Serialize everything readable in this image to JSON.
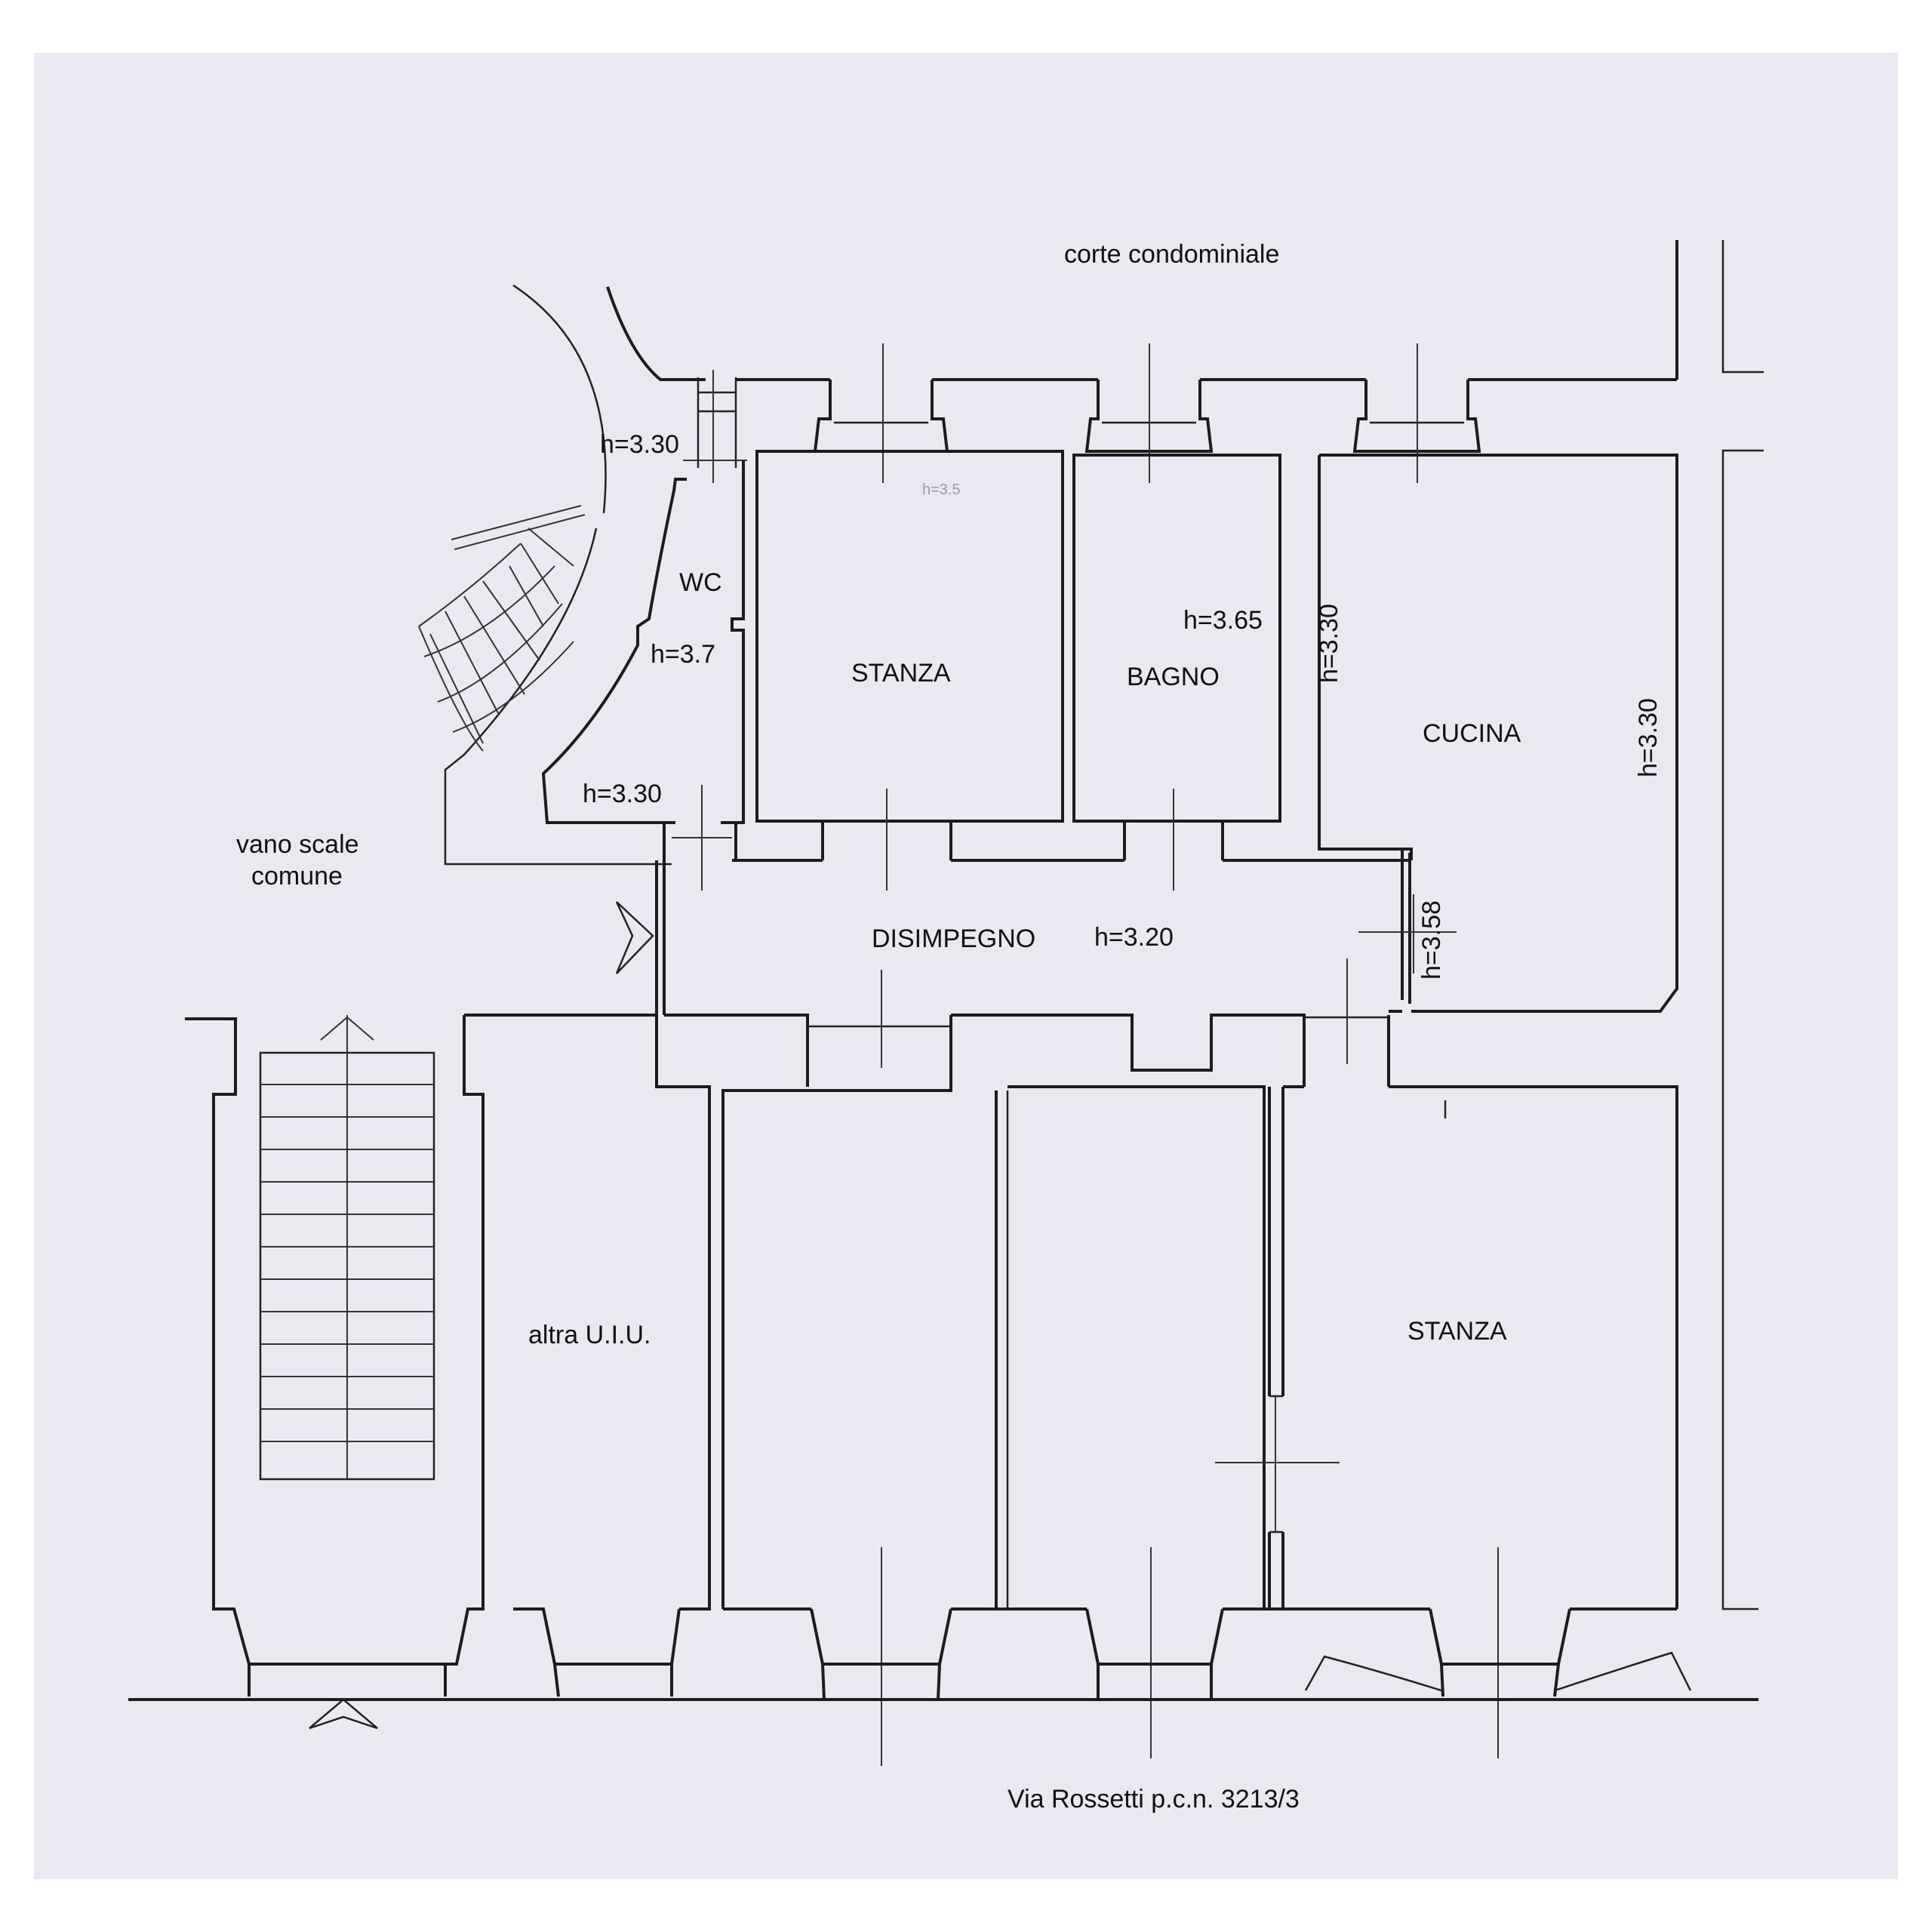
{
  "labels": {
    "court": "corte condominiale",
    "street": "Via Rossetti p.c.n. 3213/3",
    "wc": "WC",
    "room_top": "STANZA",
    "bathroom": "BAGNO",
    "kitchen": "CUCINA",
    "hallway": "DISIMPEGNO",
    "room_bottom": "STANZA",
    "other_unit": "altra U.I.U.",
    "stairwell_line1": "vano scale",
    "stairwell_line2": "comune"
  },
  "heights": {
    "wc_top": "h=3.30",
    "wc": "h=3.7",
    "lobby": "h=3.30",
    "faint_room": "h=3.5",
    "bathroom": "h=3.65",
    "kitchen_left": "h=3.30",
    "kitchen_right": "h=3.30",
    "hallway": "h=3.20",
    "hall_end": "h=3.58"
  }
}
